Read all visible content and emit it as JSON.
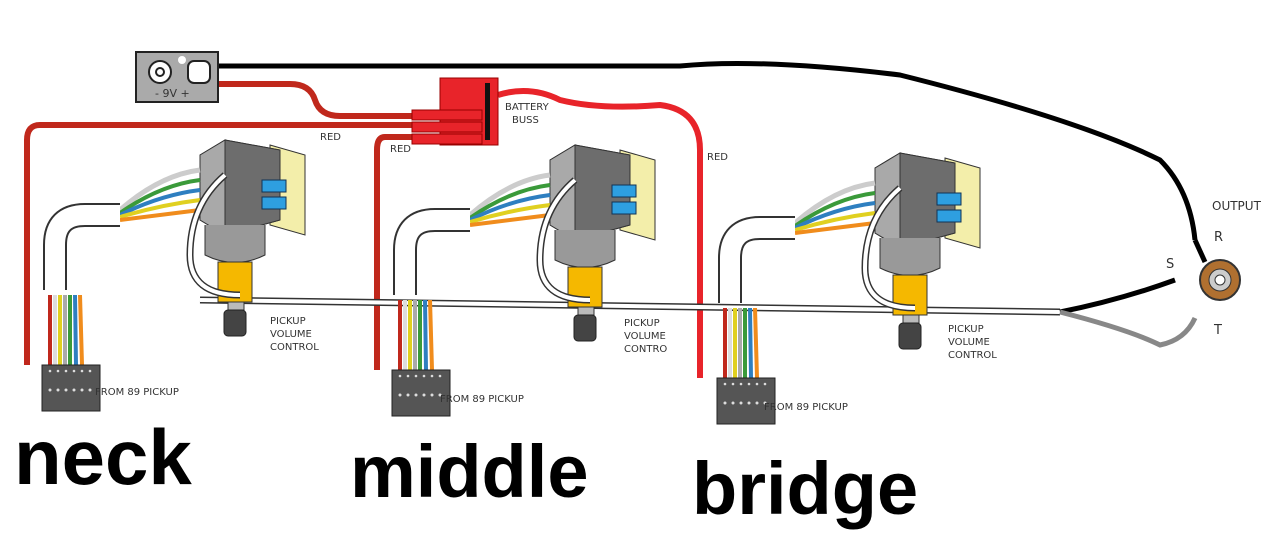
{
  "battery": {
    "label": "-  9V  +"
  },
  "battery_buss": {
    "line1": "BATTERY",
    "line2": "BUSS"
  },
  "wire_labels": {
    "red_1": "RED",
    "red_2": "RED",
    "red_3": "RED"
  },
  "output": {
    "title": "OUTPUT",
    "r": "R",
    "s": "S",
    "t": "T"
  },
  "pickups": [
    {
      "name": "neck",
      "control": [
        "PICKUP",
        "VOLUME",
        "CONTROL"
      ],
      "connector": "FROM 89 PICKUP"
    },
    {
      "name": "middle",
      "control": [
        "PICKUP",
        "VOLUME",
        "CONTRO"
      ],
      "connector": "FROM 89 PICKUP"
    },
    {
      "name": "bridge",
      "control": [
        "PICKUP",
        "VOLUME",
        "CONTROL"
      ],
      "connector": "FROM 89 PICKUP"
    }
  ],
  "colors": {
    "red_wire": "#c0281c",
    "buss": "#e8242a",
    "pot_shaft": "#f5b800",
    "switch": "#2e9fe0",
    "board": "#f3eeaa",
    "ground": "#000000"
  }
}
